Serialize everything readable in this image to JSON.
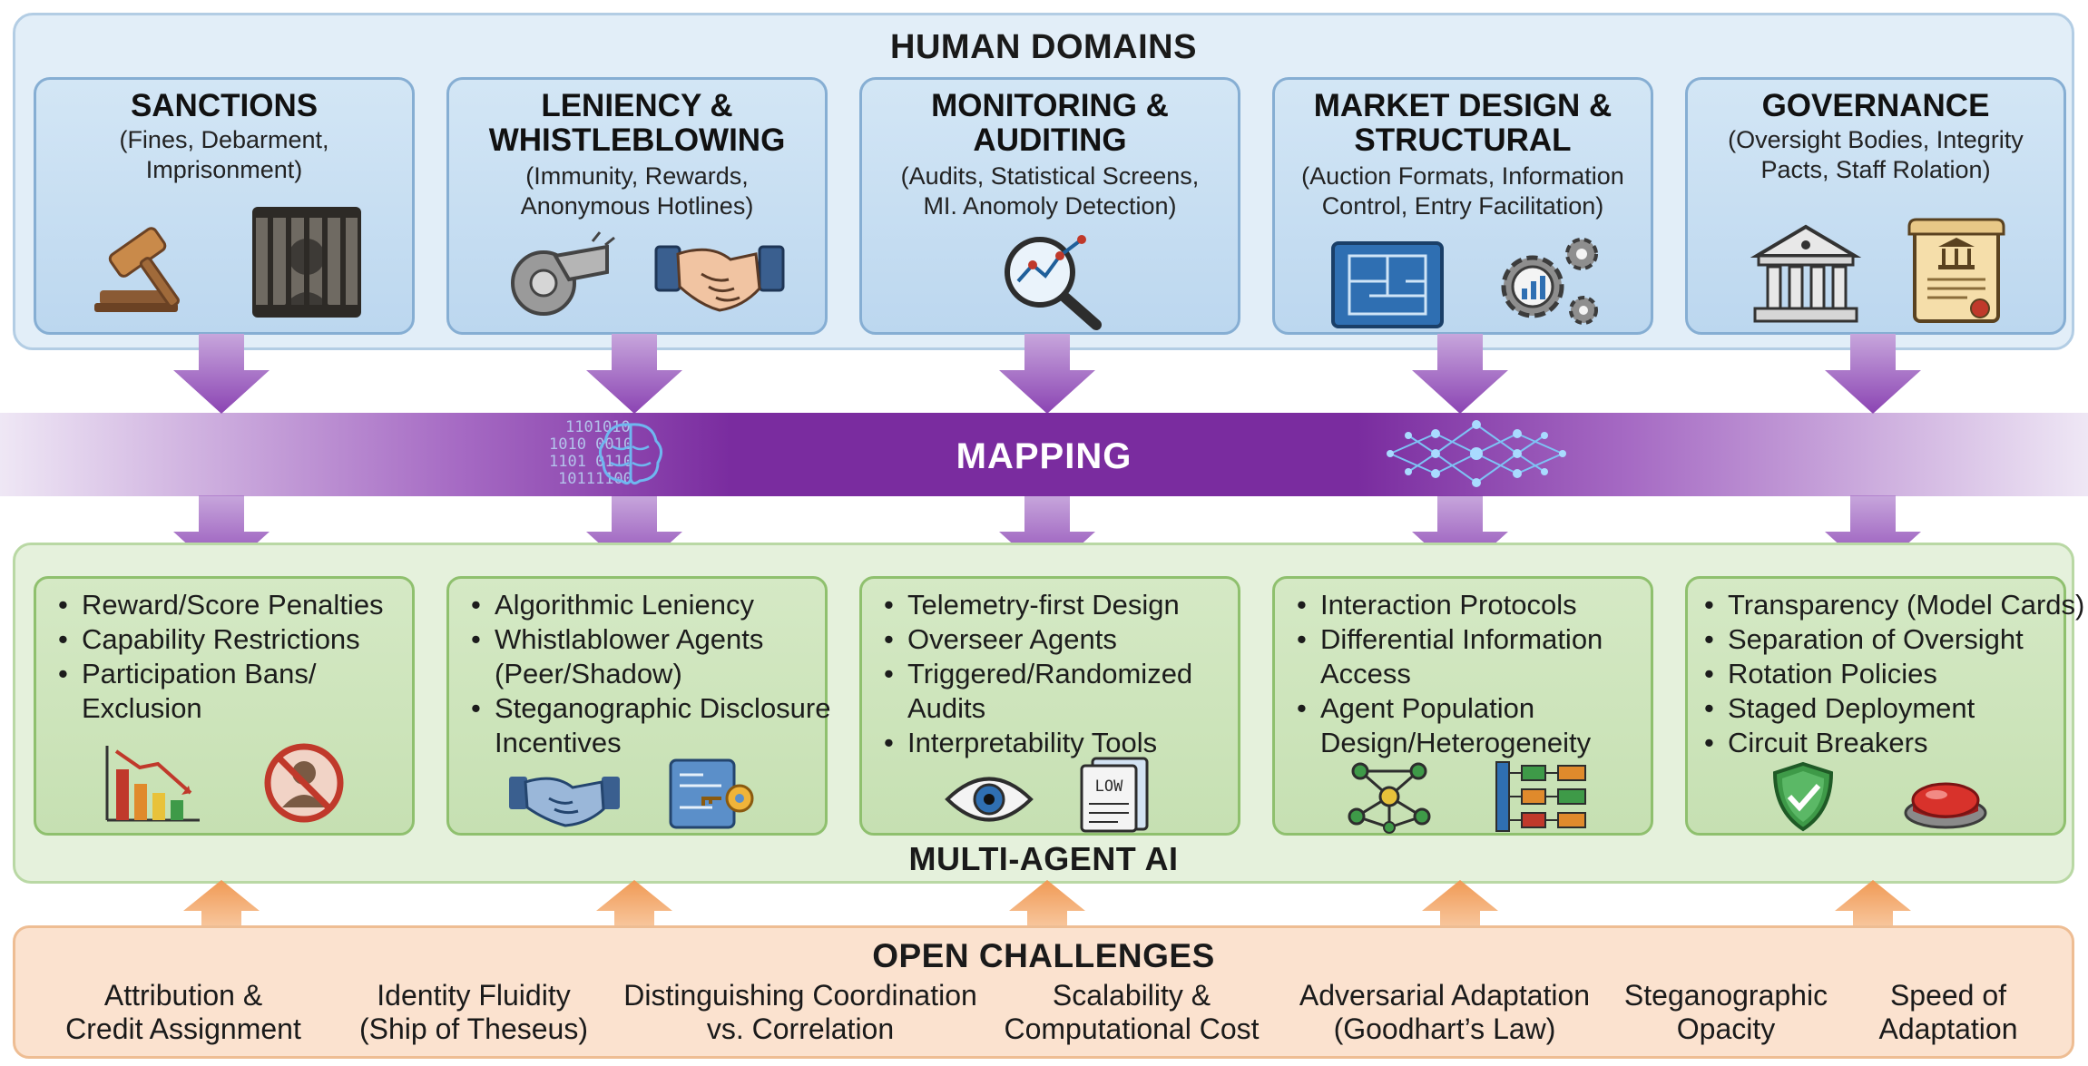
{
  "human_domains": {
    "title": "HUMAN DOMAINS",
    "cards": [
      {
        "title": [
          "SANCTIONS"
        ],
        "subtitle": [
          "(Fines, Debarment,",
          "Imprisonment)"
        ],
        "icons": [
          "gavel-icon",
          "prison-bars-icon"
        ]
      },
      {
        "title": [
          "LENIENCY &",
          "WHISTLEBLOWING"
        ],
        "subtitle": [
          "(Immunity, Rewards,",
          "Anonymous Hotlines)"
        ],
        "icons": [
          "whistle-icon",
          "handshake-icon"
        ]
      },
      {
        "title": [
          "MONITORING &",
          "AUDITING"
        ],
        "subtitle": [
          "(Audits, Statistical Screens,",
          "MI. Anomoly Detection)"
        ],
        "icons": [
          "magnifier-chart-icon"
        ]
      },
      {
        "title": [
          "MARKET DESIGN &",
          "STRUCTURAL"
        ],
        "subtitle": [
          "(Auction Formats, Information",
          "Control, Entry Facilitation)"
        ],
        "icons": [
          "blueprint-icon",
          "gears-chart-icon"
        ]
      },
      {
        "title": [
          "GOVERNANCE"
        ],
        "subtitle": [
          "(Oversight Bodies, Integrity",
          "Pacts, Staff Rolation)"
        ],
        "icons": [
          "courthouse-icon",
          "certificate-scroll-icon"
        ]
      }
    ]
  },
  "mapping": {
    "label": "MAPPING",
    "binary_text": [
      "1101010",
      "1010  0010",
      "1101  0110",
      "10111100"
    ]
  },
  "multi_agent_ai": {
    "title": "MULTI-AGENT AI",
    "cards": [
      {
        "items": [
          [
            "Reward/Score Penalties"
          ],
          [
            "Capability Restrictions"
          ],
          [
            "Participation Bans/",
            "Exclusion"
          ]
        ],
        "icons": [
          "declining-chart-icon",
          "prohibited-person-icon"
        ]
      },
      {
        "items": [
          [
            "Algorithmic Leniency"
          ],
          [
            "Whistlablower Agents",
            "(Peer/Shadow)"
          ],
          [
            "Steganographic Disclosure",
            "Incentives"
          ]
        ],
        "icons": [
          "handshake-icon",
          "document-key-icon"
        ]
      },
      {
        "items": [
          [
            "Telemetry-first Design"
          ],
          [
            "Overseer Agents"
          ],
          [
            "Triggered/Randomized",
            "Audits"
          ],
          [
            "Interpretability Tools"
          ]
        ],
        "icons": [
          "eye-icon",
          "log-document-icon"
        ],
        "log_label": "LOW"
      },
      {
        "items": [
          [
            "Interaction Protocols"
          ],
          [
            "Differential Information",
            "Access"
          ],
          [
            "Agent Population",
            "Design/Heterogeneity"
          ]
        ],
        "icons": [
          "network-icon",
          "hierarchy-chart-icon"
        ]
      },
      {
        "items": [
          [
            "Transparency (Model Cards)"
          ],
          [
            "Separation of Oversight"
          ],
          [
            "Rotation Policies"
          ],
          [
            "Staged Deployment"
          ],
          [
            "Circuit Breakers"
          ]
        ],
        "icons": [
          "shield-check-icon",
          "red-button-icon"
        ]
      }
    ]
  },
  "open_challenges": {
    "title": "OPEN CHALLENGES",
    "items": [
      [
        "Attribution &",
        "Credit Assignment"
      ],
      [
        "Identity Fluidity",
        "(Ship of Theseus)"
      ],
      [
        "Distinguishing Coordination",
        "vs. Correlation"
      ],
      [
        "Scalability &",
        "Computational Cost"
      ],
      [
        "Adversarial Adaptation",
        "(Goodhart’s Law)"
      ],
      [
        "Steganographic",
        "Opacity"
      ],
      [
        "Speed of",
        "Adaptation"
      ]
    ]
  },
  "colors": {
    "human_bg": "#e2eef8",
    "human_card": "#c7def2",
    "mapping": "#7a2c9f",
    "agent_bg": "#e5f1dc",
    "agent_card": "#cde5bb",
    "challenge_bg": "#fbe2cf",
    "challenge_arrow": "#f2a262"
  }
}
